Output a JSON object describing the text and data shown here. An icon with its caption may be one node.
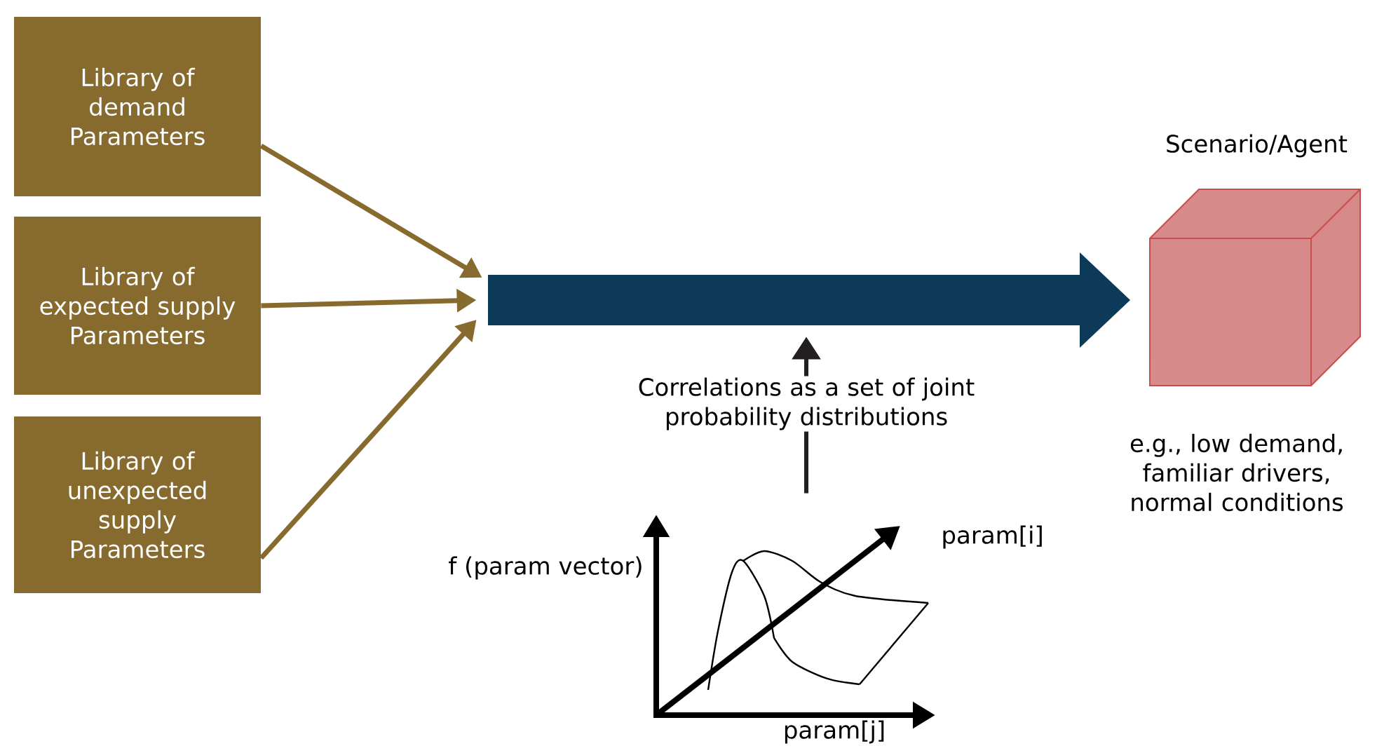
{
  "diagram": {
    "nodes": [
      {
        "text": [
          "Library of demand Parameters"
        ]
      },
      {
        "text": [
          "Library of expected supply Parameters"
        ]
      },
      {
        "text": [
          "Library of unexpected supply Parameters"
        ]
      },
      {
        "text": [],
        "shape": "arrow"
      },
      {
        "text": [
          "Scenario/Agent"
        ],
        "beside": [
          "e.g., low demand, familiar drivers, normal conditions"
        ]
      },
      {
        "text": [],
        "shape": "picture"
      }
    ],
    "edges": [
      {
        "from": 0,
        "to": 3,
        "arrow": "to"
      },
      {
        "from": 1,
        "to": 3,
        "arrow": "to"
      },
      {
        "from": 2,
        "to": 3,
        "arrow": "to"
      },
      {
        "from": 5,
        "to": 3,
        "arrow": "to",
        "label": "Correlations as a set of joint probability distributions",
        "color": "#231f20"
      }
    ],
    "labels": [
      "param[i]",
      "f (param vector)",
      "param[j]"
    ]
  }
}
